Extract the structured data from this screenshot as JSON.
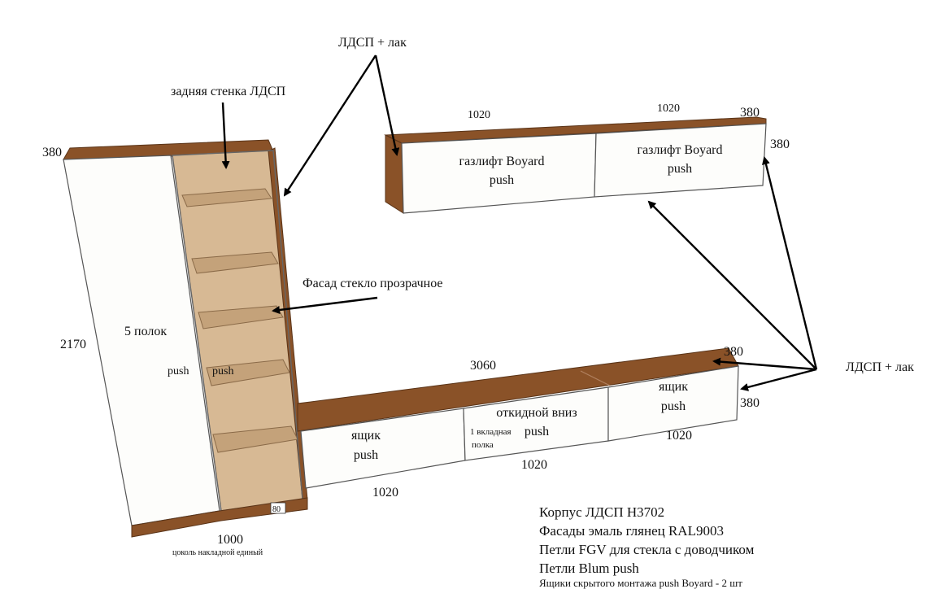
{
  "colors": {
    "wood": "#8a5228",
    "wood_dark": "#6a3c1c",
    "oak": "#d7b994",
    "oak_dark": "#c4a27a",
    "front": "#fdfdfb",
    "line": "#444444"
  },
  "tall_cabinet": {
    "depth": "380",
    "height": "2170",
    "width": "1000",
    "shelves_label": "5 полок",
    "push_left": "push",
    "push_right": "push",
    "plinth_note": "цоколь накладной единый",
    "plinth_height": "80"
  },
  "wall_units": {
    "width_left": "1020",
    "width_right": "1020",
    "depth_top": "380",
    "depth_side": "380",
    "left_label": [
      "газлифт Boyard",
      "push"
    ],
    "right_label": [
      "газлифт Boyard",
      "push"
    ]
  },
  "base_unit": {
    "total_width": "3060",
    "depth_top": "380",
    "depth_side": "380",
    "left_label": [
      "ящик",
      "push"
    ],
    "mid_label": [
      "откидной вниз",
      "push"
    ],
    "mid_note": [
      "1 вкладная",
      "полка"
    ],
    "right_label": [
      "ящик",
      "push"
    ],
    "width_left": "1020",
    "width_mid": "1020",
    "width_right": "1020"
  },
  "callouts": {
    "back_wall": "задняя стенка ЛДСП",
    "top_material": "ЛДСП + лак",
    "glass_facade": "Фасад стекло прозрачное",
    "side_material": "ЛДСП + лак"
  },
  "notes": [
    "Корпус ЛДСП H3702",
    "Фасады эмаль глянец RAL9003",
    "Петли FGV для стекла с доводчиком",
    "Петли Blum push",
    "Ящики скрытого монтажа push Boyard - 2  шт"
  ]
}
